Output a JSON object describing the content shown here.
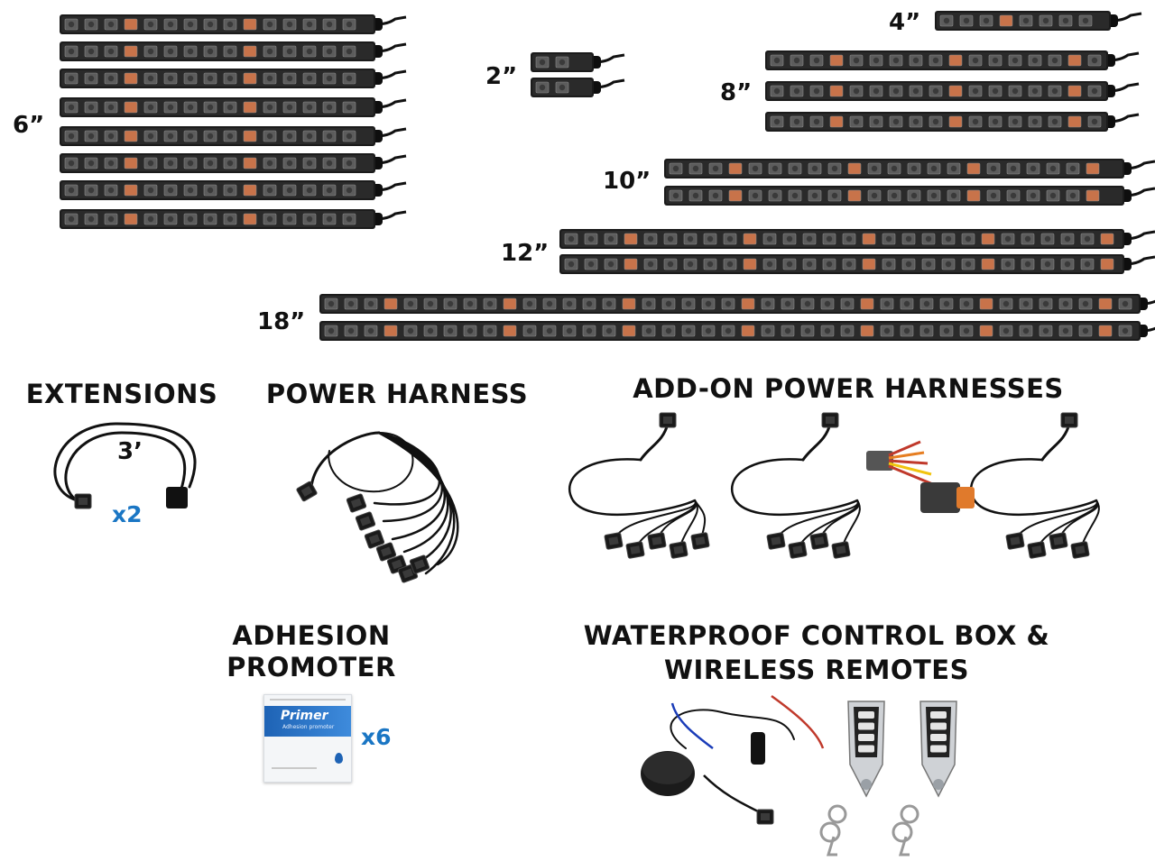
{
  "strip_groups": [
    {
      "label": "6”",
      "count": 8
    },
    {
      "label": "2”",
      "count": 2
    },
    {
      "label": "4”",
      "count": 1
    },
    {
      "label": "8”",
      "count": 3
    },
    {
      "label": "10”",
      "count": 2
    },
    {
      "label": "12”",
      "count": 2
    },
    {
      "label": "18”",
      "count": 2
    }
  ],
  "sections": {
    "extensions": {
      "title": "EXTENSIONS",
      "length": "3’",
      "qty": "x2"
    },
    "power_harness": {
      "title": "POWER HARNESS"
    },
    "addon_harnesses": {
      "title": "ADD-ON POWER HARNESSES"
    },
    "adhesion": {
      "title_line1": "ADHESION",
      "title_line2": "PROMOTER",
      "packet_brand": "Primer",
      "packet_sub": "Adhesion promoter",
      "qty": "x6"
    },
    "control_box": {
      "title_line1": "WATERPROOF CONTROL BOX &",
      "title_line2": "WIRELESS REMOTES"
    }
  },
  "colors": {
    "strip": "#1b1b1b",
    "led_warm": "#c8734a",
    "accent_blue": "#1a76c4"
  }
}
